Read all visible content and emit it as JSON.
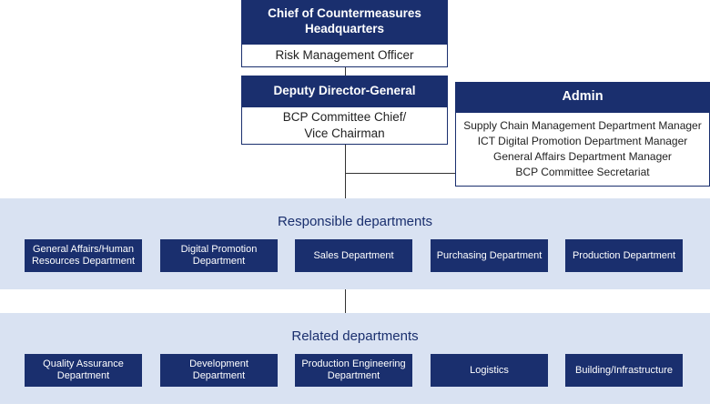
{
  "chief": {
    "title": "Chief of Countermeasures Headquarters",
    "role": "Risk Management Officer"
  },
  "deputy": {
    "title": "Deputy Director-General",
    "role_line1": "BCP Committee Chief/",
    "role_line2": "Vice Chairman"
  },
  "admin": {
    "title": "Admin",
    "members": [
      "Supply Chain Management Department Manager",
      "ICT Digital Promotion Department Manager",
      "General Affairs Department Manager",
      "BCP Committee Secretariat"
    ]
  },
  "responsible": {
    "title": "Responsible departments",
    "departments": [
      "General Affairs/Human Resources Department",
      "Digital Promotion Department",
      "Sales Department",
      "Purchasing Department",
      "Production Department"
    ]
  },
  "related": {
    "title": "Related departments",
    "departments": [
      "Quality Assurance Department",
      "Development Department",
      "Production Engineering Department",
      "Logistics",
      "Building/Infrastructure"
    ]
  },
  "colors": {
    "navy": "#1a2f6e",
    "band": "#d9e2f2",
    "connector": "#333333"
  }
}
